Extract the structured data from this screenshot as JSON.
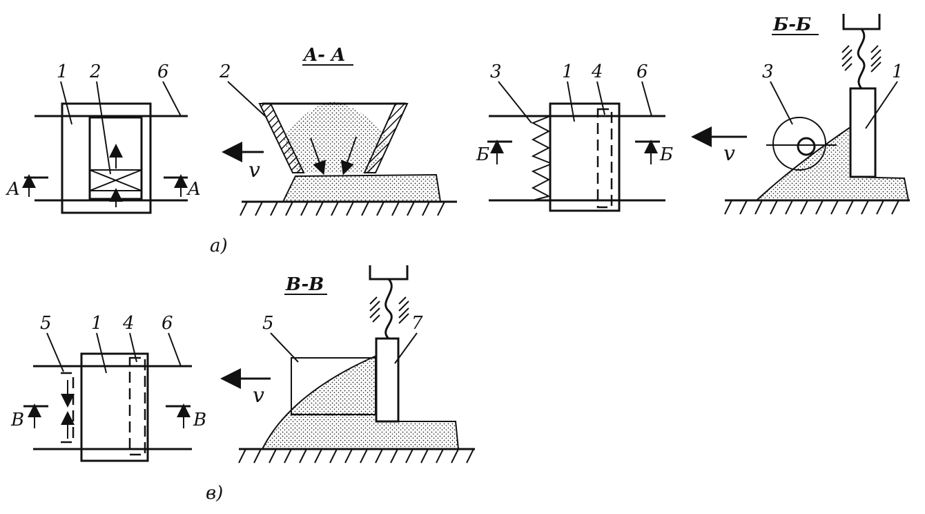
{
  "labels": {
    "n1": "1",
    "n2": "2",
    "n3": "3",
    "n4": "4",
    "n5": "5",
    "n6": "6",
    "n7": "7",
    "a_letter": "A",
    "b_letter": "Б",
    "v_letter": "B",
    "speed": "v",
    "section_aa": "A- A",
    "section_bb": "Б-Б",
    "section_vv": "B-B",
    "sub_a": "a)",
    "sub_v": "в)"
  }
}
